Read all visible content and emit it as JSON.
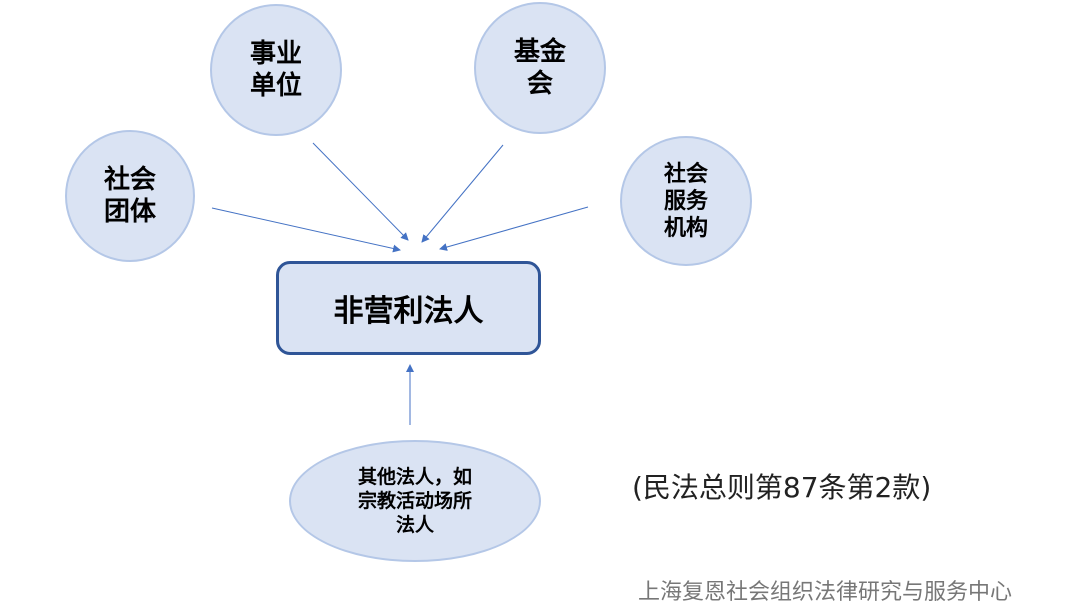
{
  "nodes": {
    "center": "非营利法人",
    "public_institution": "事业\n单位",
    "foundation": "基金\n会",
    "social_group": "社会\n团体",
    "social_service": "社会\n服务\n机构",
    "other": "其他法人，如\n宗教活动场所\n法人"
  },
  "citation": "(民法总则第87条第2款)",
  "footer": "上海复恩社会组织法律研究与服务中心",
  "colors": {
    "fill": "#dae3f3",
    "border": "#b4c7e7",
    "box_border": "#2f5597",
    "arrow": "#4472c4"
  }
}
